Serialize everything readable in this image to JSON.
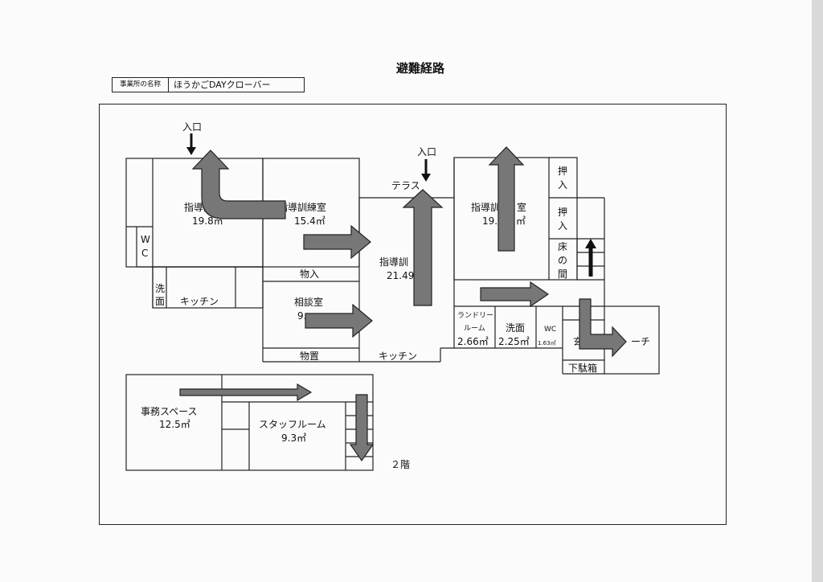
{
  "title": "避難経路",
  "business": {
    "label": "事業所の名称",
    "name": "ほうかごDAYクローバー"
  },
  "labels": {
    "entrance_left": "入口",
    "entrance_center": "入口",
    "room_left_name": "指導訓",
    "room_left_area": "19.8㎡",
    "room_training_name": "指導訓練室",
    "room_training_area": "15.4㎡",
    "room_center_name": "指導訓",
    "room_center_area": "21.49",
    "room_right_name": "指導訓",
    "room_right_suffix": "室",
    "room_right_area": "19.",
    "room_right_area_unit": "㎡",
    "terrace": "テラス",
    "storage_top": "物入",
    "consult_name": "相談室",
    "consult_area": "9.",
    "storage_bottom": "物置",
    "kitchen_center": "キッチン",
    "wc_left_1": "W",
    "wc_left_2": "C",
    "wash_left_1": "洗",
    "wash_left_2": "面",
    "kitchen_left": "キッチン",
    "closet_1a": "押",
    "closet_1b": "入",
    "closet_2a": "押",
    "closet_2b": "入",
    "alcove_1": "床",
    "alcove_2": "の",
    "alcove_3": "間",
    "laundry_1": "ランドリー",
    "laundry_2": "ルーム",
    "laundry_area": "2.66㎡",
    "wash_right": "洗面",
    "wash_right_area": "2.25㎡",
    "wc_right": "WC",
    "wc_right_area": "1.63㎡",
    "genkan_partial": "玄",
    "porch_partial": "ーチ",
    "shoe_box": "下駄箱",
    "office_name": "事務スペース",
    "office_area": "12.5㎡",
    "staff_name": "スタッフルーム",
    "staff_area": "9.3㎡",
    "floor2": "２階"
  }
}
